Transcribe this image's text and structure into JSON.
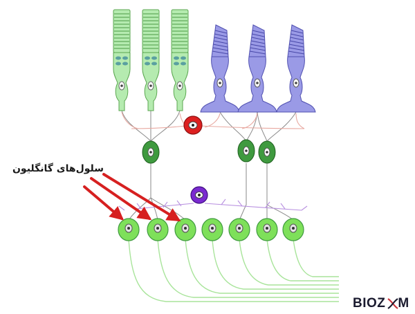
{
  "annotation": {
    "label": "سلول‌های گانگلیون"
  },
  "logo": {
    "text": "BIOZ",
    "text_end": "M",
    "mark": "dna-icon"
  },
  "colors": {
    "rod_fill": "#b5ebb0",
    "rod_stroke": "#5aa64f",
    "cone_fill": "#9a9ae6",
    "cone_stroke": "#5050b0",
    "horizontal": "#dd2020",
    "amacrine": "#7a2ad0",
    "bipolar": "#3f9a3f",
    "ganglion": "#7ee05a",
    "axon": "#a8e49a",
    "arrow": "#d62020"
  }
}
